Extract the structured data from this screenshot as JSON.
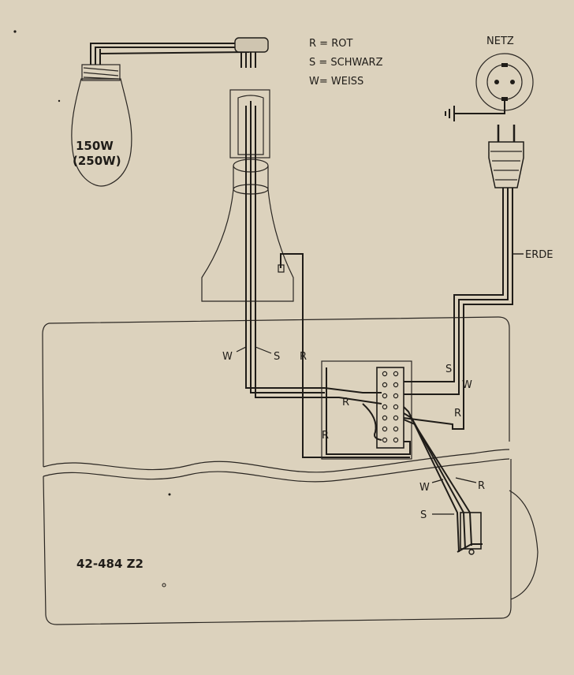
{
  "legend": {
    "r": "R = ROT",
    "s": "S = SCHWARZ",
    "w": "W= WEISS"
  },
  "lamp": {
    "power": "150W",
    "power_alt": "(250W)"
  },
  "mains": {
    "socket_label": "NETZ",
    "earth_label": "ERDE"
  },
  "wire_labels": {
    "w_upper": "W",
    "s_upper": "S",
    "r_upper": "R",
    "s_right": "S",
    "w_right": "W",
    "r_right": "R",
    "r_block": "R",
    "r_block_lower": "R",
    "w_lower": "W",
    "r_lower": "R",
    "s_lower": "S"
  },
  "part_number": "42-484 Z2",
  "colors": {
    "paper": "#dcd2bd",
    "ink": "#1f1c18"
  }
}
